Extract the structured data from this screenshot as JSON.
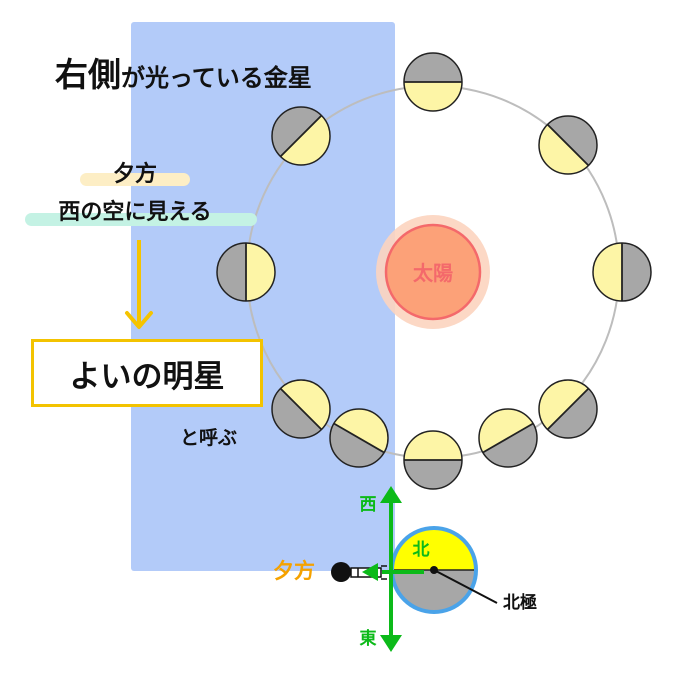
{
  "title": {
    "big": "右側",
    "rest": "が光っている金星"
  },
  "evening": {
    "line1": "夕方",
    "line2": "西の空に見える"
  },
  "name_box": "よいの明星",
  "caption": "と呼ぶ",
  "sun_label": "太陽",
  "earth": {
    "north_label": "北",
    "north_pole_label": "北極",
    "west_label": "西",
    "east_label": "東",
    "evening_label": "夕方"
  },
  "colors": {
    "evening_region": "#b3cbf9",
    "lit": "#fdf5a6",
    "dark": "#a7a7a7",
    "sun_fill": "#fca178",
    "sun_ring": "#f4696b",
    "arrow": "#f5c400",
    "axis_green": "#0cba19",
    "evening_orange": "#f5a200",
    "earth_day": "#ffff00",
    "earth_ocean": "#4aa3e9"
  }
}
